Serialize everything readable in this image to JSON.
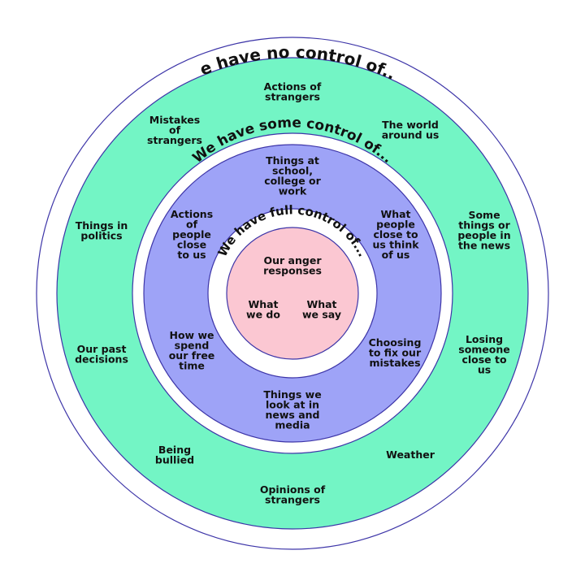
{
  "colors": {
    "outer_ring": "#73f5c5",
    "middle_ring": "#9ea3f7",
    "inner_circle": "#fbc7d2",
    "outline": "#3d35a8",
    "gap": "#ffffff",
    "text": "#111111"
  },
  "rings": {
    "no_control": {
      "title": "We have no control of...",
      "items": [
        [
          "Actions of",
          "strangers"
        ],
        [
          "Mistakes",
          "of",
          "strangers"
        ],
        [
          "The world",
          "around us"
        ],
        [
          "Things in",
          "politics"
        ],
        [
          "Some",
          "things or",
          "people in",
          "the news"
        ],
        [
          "Our past",
          "decisions"
        ],
        [
          "Losing",
          "someone",
          "close to",
          "us"
        ],
        [
          "Being",
          "bullied"
        ],
        [
          "Weather"
        ],
        [
          "Opinions of",
          "strangers"
        ]
      ]
    },
    "some_control": {
      "title": "We have some control of...",
      "items": [
        [
          "Things at",
          "school,",
          "college or",
          "work"
        ],
        [
          "Actions",
          "of",
          "people",
          "close",
          "to us"
        ],
        [
          "What",
          "people",
          "close to",
          "us think",
          "of us"
        ],
        [
          "How we",
          "spend",
          "our free",
          "time"
        ],
        [
          "Choosing",
          "to fix our",
          "mistakes"
        ],
        [
          "Things we",
          "look at in",
          "news and",
          "media"
        ]
      ]
    },
    "full_control": {
      "title": "We have full control of...",
      "items": [
        [
          "Our anger",
          "responses"
        ],
        [
          "What",
          "we do"
        ],
        [
          "What",
          "we say"
        ]
      ]
    }
  }
}
